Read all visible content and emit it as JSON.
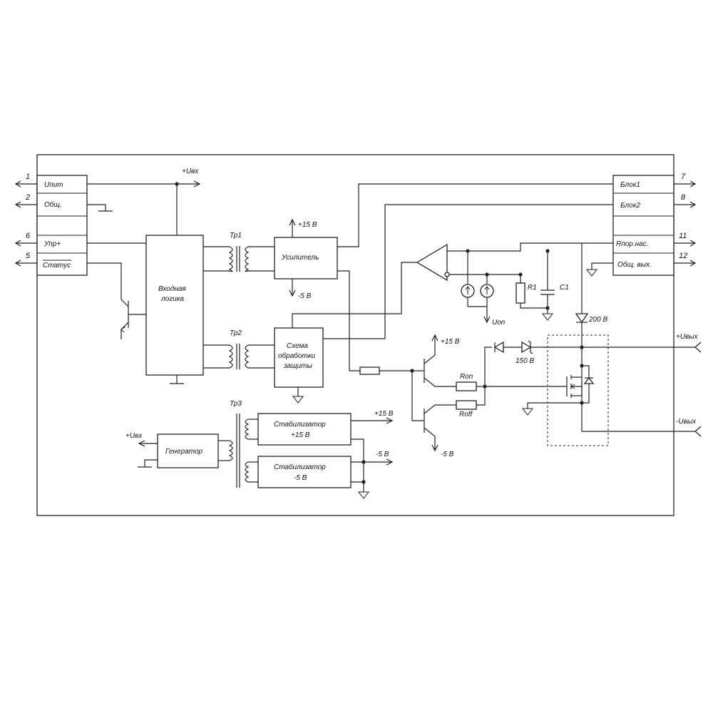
{
  "left_pins": [
    {
      "num": "1",
      "label": "Uпит"
    },
    {
      "num": "2",
      "label": "Общ."
    },
    {
      "num": "6",
      "label": "Упр+"
    },
    {
      "num": "5",
      "label": "Статус"
    }
  ],
  "right_pins": [
    {
      "num": "7",
      "label": "Блок1"
    },
    {
      "num": "8",
      "label": "Блок2"
    },
    {
      "num": "11",
      "label": "Rпор.нас."
    },
    {
      "num": "12",
      "label": "Общ. вых."
    }
  ],
  "blocks": {
    "input_logic": [
      "Входная",
      "логика"
    ],
    "amplifier": "Усилитель",
    "protection": [
      "Схема",
      "обработки",
      "защиты"
    ],
    "generator": "Генератор",
    "stab15": [
      "Стабилизатор",
      "+15 В"
    ],
    "stab5": [
      "Стабилизатор",
      "-5 В"
    ]
  },
  "labels": {
    "uvx_top": "+Uвх",
    "uvx_gen": "+Uвх",
    "tr1": "Тр1",
    "tr2": "Тр2",
    "tr3": "Тр3",
    "plus15_amp": "+15 В",
    "minus5_amp": "-5 В",
    "plus15_drv": "+15 В",
    "minus5_drv": "-5 В",
    "plus15_stab": "+15 В",
    "minus5_stab": "-5 В",
    "r1": "R1",
    "c1": "C1",
    "uon": "Uon",
    "d200": "200 В",
    "d150": "150 В",
    "ron": "Ron",
    "roff": "Roff",
    "uvyx_plus": "+Uвых",
    "uvyx_minus": "-Uвых"
  }
}
